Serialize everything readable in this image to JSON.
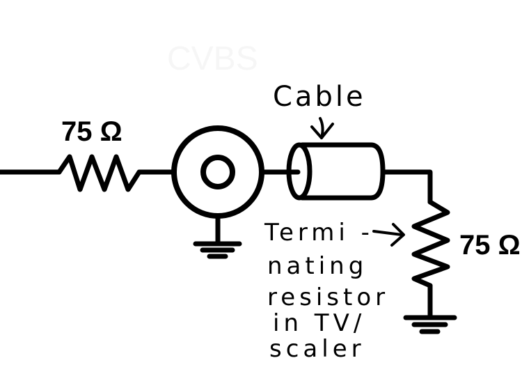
{
  "labels": {
    "left_resistor": "75 Ω",
    "right_resistor": "75 Ω",
    "cable": "Cable",
    "note_lines": [
      "Termi -",
      "nating",
      "resistor",
      "in TV/",
      "scaler"
    ]
  },
  "colors": {
    "ink": "#000000",
    "background": "#ffffff"
  },
  "icons": [
    "resistor-left",
    "bnc-connector",
    "coax-cable",
    "resistor-right",
    "ground-symbol-left",
    "ground-symbol-right",
    "arrow-down-icon",
    "arrow-right-icon"
  ]
}
